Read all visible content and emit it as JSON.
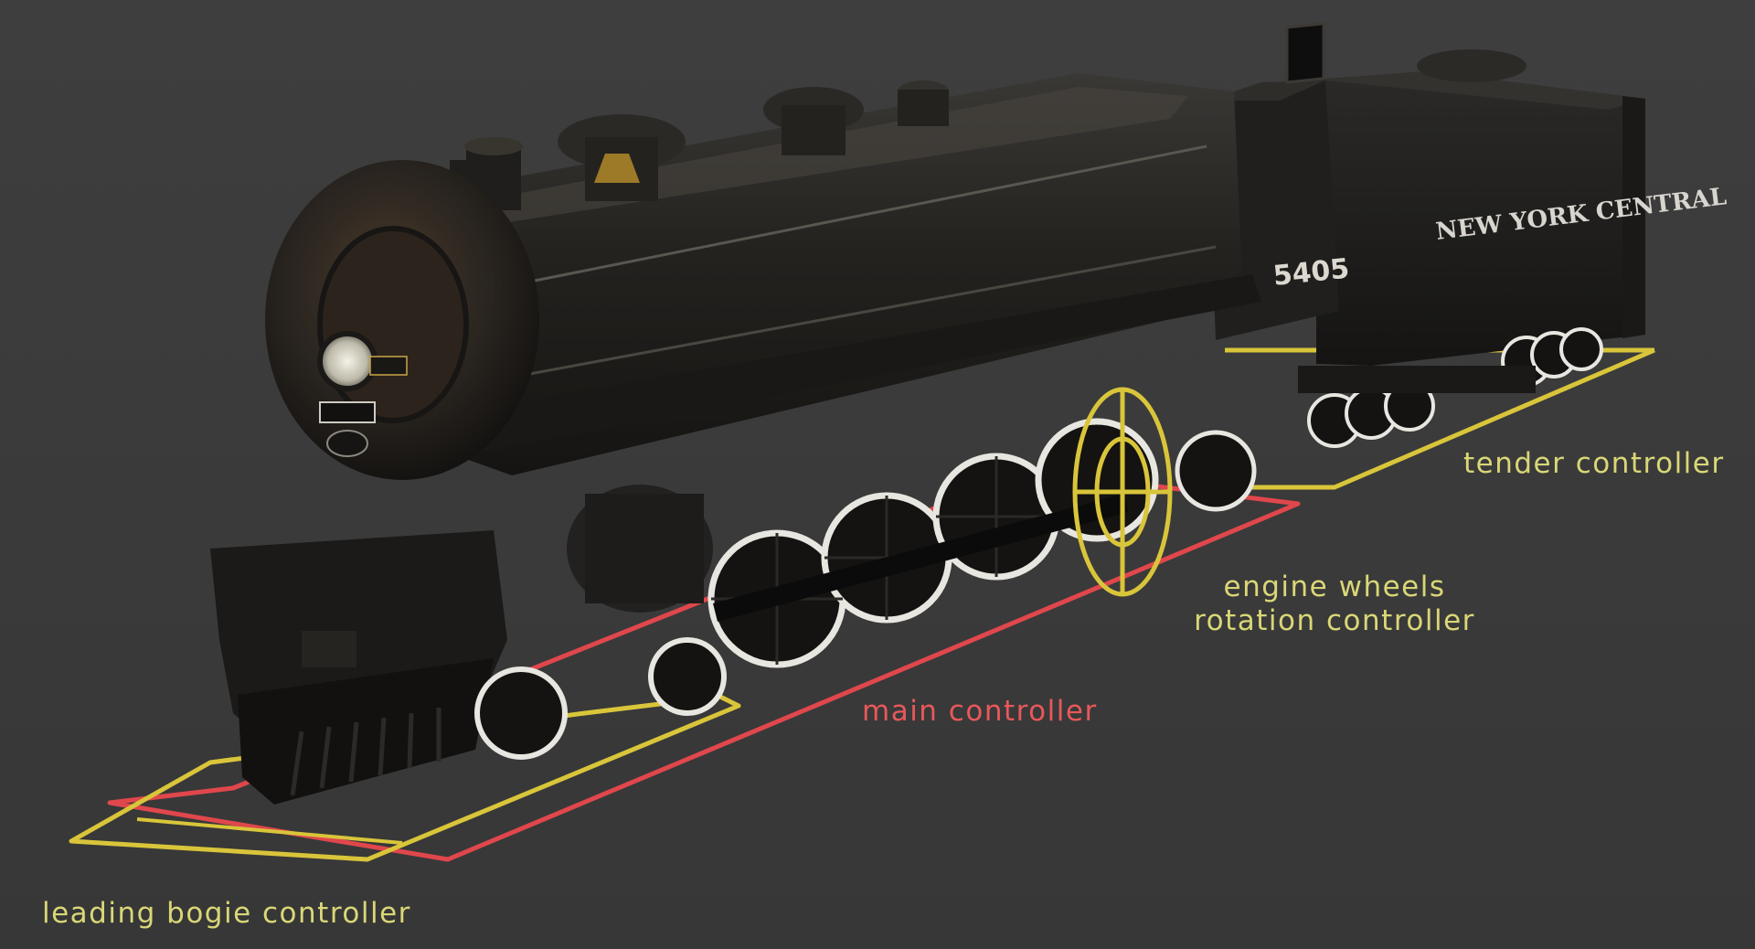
{
  "scene": {
    "background_color": "#3b3b3b",
    "locomotive": {
      "number": "5405",
      "tender_lettering": "NEW YORK CENTRAL"
    }
  },
  "labels": {
    "tender": "tender controller",
    "engine_wheels_line1": "engine wheels",
    "engine_wheels_line2": "rotation controller",
    "main": "main controller",
    "leading_bogie": "leading bogie controller"
  },
  "colors": {
    "yellow_controller": "#d9c53a",
    "red_controller": "#e0474c",
    "yellow_label": "#d9d777",
    "red_label": "#e8585a",
    "body_dark": "#1e1d1b"
  }
}
